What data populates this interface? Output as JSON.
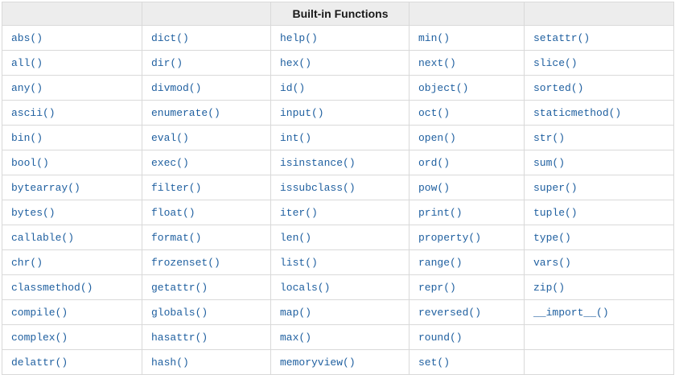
{
  "table": {
    "title": "Built-in Functions",
    "header_cells": [
      "",
      "",
      "Built-in Functions",
      "",
      ""
    ],
    "link_color": "#2060a0",
    "header_bg": "#ededed",
    "border_color": "#d9d9d9",
    "rows": [
      [
        "abs()",
        "dict()",
        "help()",
        "min()",
        "setattr()"
      ],
      [
        "all()",
        "dir()",
        "hex()",
        "next()",
        "slice()"
      ],
      [
        "any()",
        "divmod()",
        "id()",
        "object()",
        "sorted()"
      ],
      [
        "ascii()",
        "enumerate()",
        "input()",
        "oct()",
        "staticmethod()"
      ],
      [
        "bin()",
        "eval()",
        "int()",
        "open()",
        "str()"
      ],
      [
        "bool()",
        "exec()",
        "isinstance()",
        "ord()",
        "sum()"
      ],
      [
        "bytearray()",
        "filter()",
        "issubclass()",
        "pow()",
        "super()"
      ],
      [
        "bytes()",
        "float()",
        "iter()",
        "print()",
        "tuple()"
      ],
      [
        "callable()",
        "format()",
        "len()",
        "property()",
        "type()"
      ],
      [
        "chr()",
        "frozenset()",
        "list()",
        "range()",
        "vars()"
      ],
      [
        "classmethod()",
        "getattr()",
        "locals()",
        "repr()",
        "zip()"
      ],
      [
        "compile()",
        "globals()",
        "map()",
        "reversed()",
        "__import__()"
      ],
      [
        "complex()",
        "hasattr()",
        "max()",
        "round()",
        ""
      ],
      [
        "delattr()",
        "hash()",
        "memoryview()",
        "set()",
        ""
      ]
    ]
  }
}
